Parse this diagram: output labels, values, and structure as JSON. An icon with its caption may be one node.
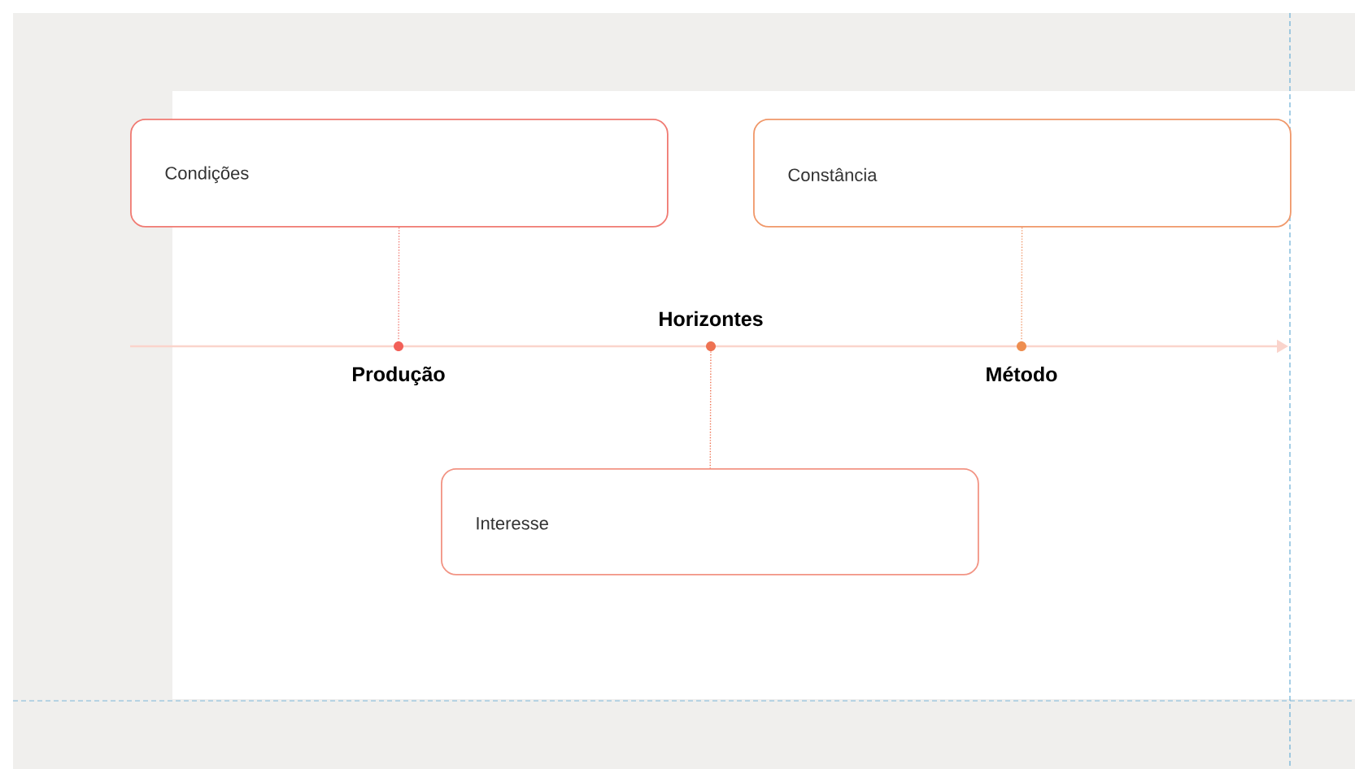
{
  "diagram": {
    "nodes": [
      {
        "text": [
          "Condições"
        ]
      },
      {
        "text": [
          "Constância"
        ]
      },
      {
        "text": [],
        "shape": "circle",
        "beside": [
          "Produção"
        ]
      },
      {
        "text": [],
        "shape": "circle",
        "beside": [
          "Horizontes"
        ]
      },
      {
        "text": [],
        "shape": "circle",
        "beside": [
          "Método"
        ]
      },
      {
        "text": [
          "Interesse"
        ]
      }
    ],
    "edges": [
      {
        "from": 0,
        "to": 2,
        "arrow": "none",
        "style": "dashed"
      },
      {
        "from": 1,
        "to": 4,
        "arrow": "none",
        "style": "dashed"
      },
      {
        "from": 3,
        "to": 5,
        "arrow": "none",
        "style": "dashed"
      }
    ]
  }
}
